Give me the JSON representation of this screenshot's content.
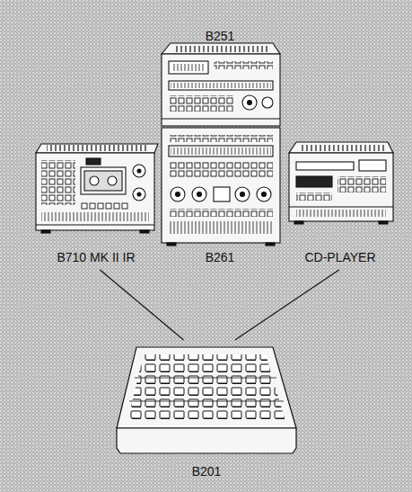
{
  "diagram": {
    "nodes": [
      {
        "text": [
          "B251"
        ]
      },
      {
        "text": [
          "B710 MK II IR"
        ]
      },
      {
        "text": [
          "B261"
        ]
      },
      {
        "text": [
          "CD-PLAYER"
        ]
      },
      {
        "text": [
          "B201"
        ]
      }
    ],
    "edges": [
      {
        "from": 4,
        "to": 1,
        "arrow": "none"
      },
      {
        "from": 4,
        "to": 3,
        "arrow": "none"
      }
    ]
  }
}
